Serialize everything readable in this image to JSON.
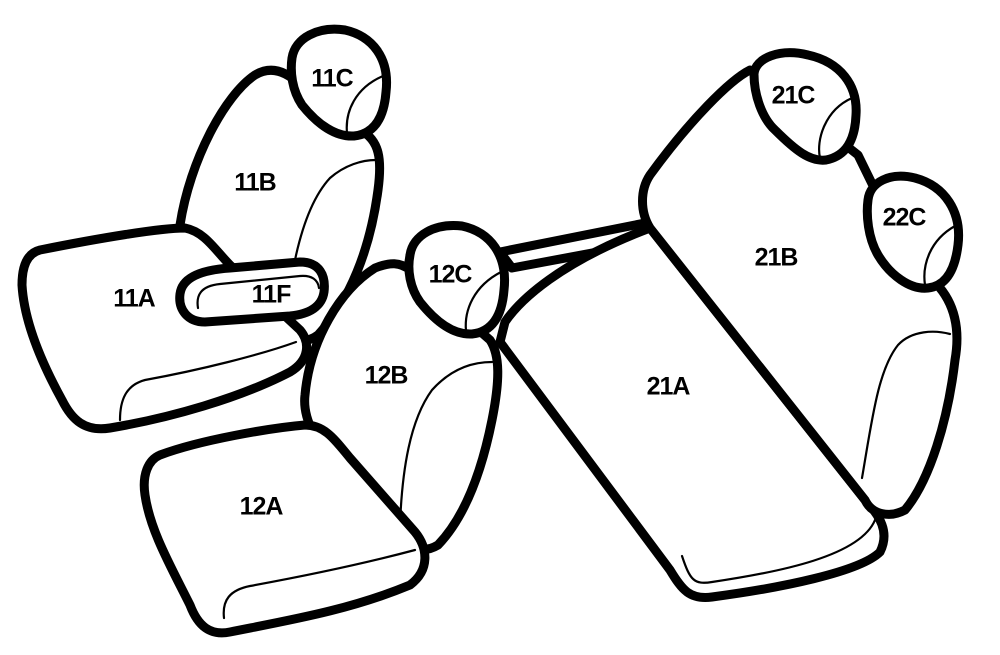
{
  "parts": {
    "p11C": "11C",
    "p11B": "11B",
    "p11A": "11A",
    "p11F": "11F",
    "p12C": "12C",
    "p12B": "12B",
    "p12A": "12A",
    "p21C": "21C",
    "p22C": "22C",
    "p21B": "21B",
    "p21A": "21A"
  },
  "colors": {
    "line": "#000000",
    "fill": "#ffffff"
  }
}
